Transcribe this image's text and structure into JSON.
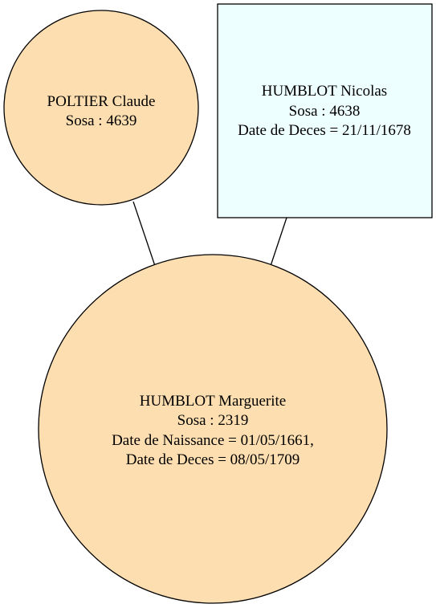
{
  "colors": {
    "female_fill": "#fddeb0",
    "male_fill": "#eeffff",
    "stroke": "#000000",
    "background": "#ffffff"
  },
  "nodes": {
    "poltier_claude": {
      "shape": "circle",
      "line1": "POLTIER Claude",
      "line2": "Sosa : 4639"
    },
    "humblot_nicolas": {
      "shape": "box",
      "line1": "HUMBLOT Nicolas",
      "line2": "Sosa : 4638",
      "line3": "Date de Deces = 21/11/1678"
    },
    "humblot_marguerite": {
      "shape": "circle",
      "line1": "HUMBLOT Marguerite",
      "line2": "Sosa : 2319",
      "line3": "Date de Naissance = 01/05/1661,",
      "line4": "Date de Deces = 08/05/1709"
    }
  }
}
